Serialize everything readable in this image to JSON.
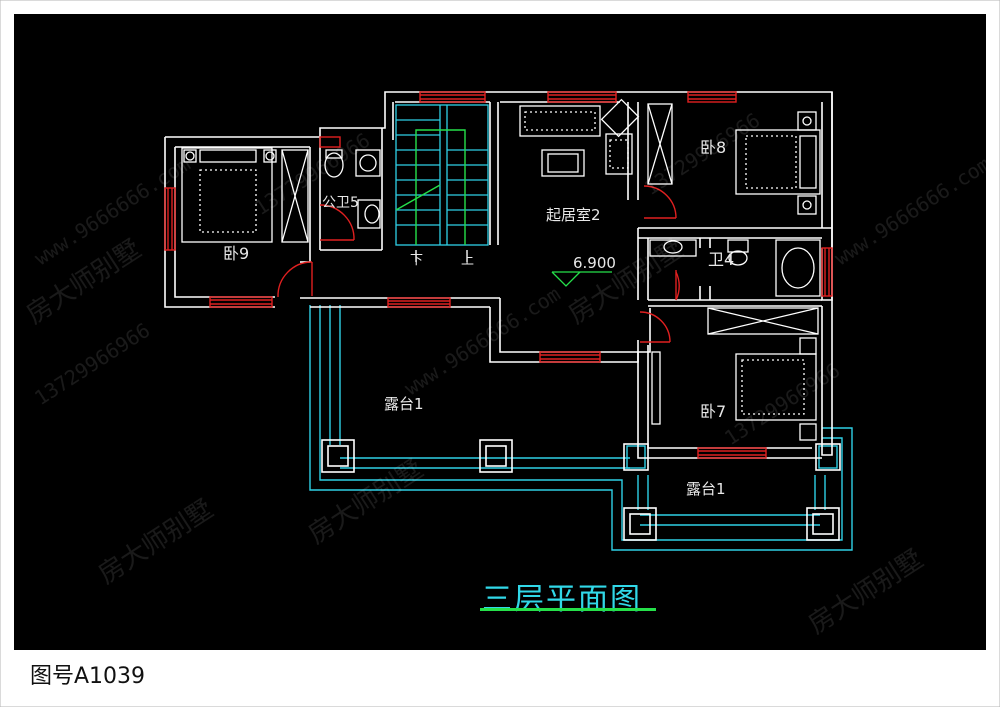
{
  "plan_title": "三层平面图",
  "drawing_number": "图号A1039",
  "elevation": "6.900",
  "rooms": {
    "bedroom_9": "卧9",
    "public_bath_5": "公卫5",
    "living_room_2": "起居室2",
    "bedroom_8": "卧8",
    "bath_4": "卫4",
    "bedroom_7": "卧7",
    "terrace_main": "露台1",
    "terrace_side": "露台1"
  },
  "stair": {
    "down": "下",
    "up": "上"
  },
  "watermark": {
    "brand": "房大师别墅",
    "phone": "13729966966",
    "site": "www.9666666.com"
  },
  "colors": {
    "background": "#000000",
    "wall": "#ffffff",
    "furniture": "#2fd0e6",
    "window": "#e02020",
    "title": "#31d8e8",
    "title_underline": "#25e04a"
  }
}
